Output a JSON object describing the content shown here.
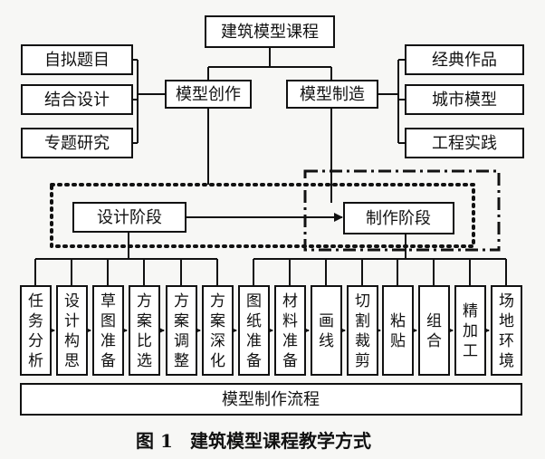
{
  "diagram": {
    "root": "建筑模型课程",
    "modeling_creation": "模型创作",
    "model_making": "模型制造",
    "left_items": [
      "自拟题目",
      "结合设计",
      "专题研究"
    ],
    "right_items": [
      "经典作品",
      "城市模型",
      "工程实践"
    ],
    "design_stage": "设计阶段",
    "making_stage": "制作阶段",
    "design_steps": [
      "任务分析",
      "设计构思",
      "草图准备",
      "方案比选",
      "方案调整",
      "方案深化"
    ],
    "making_steps": [
      "图纸准备",
      "材料准备",
      "画线",
      "切割裁剪",
      "粘贴",
      "组合",
      "精加工",
      "场地环境"
    ],
    "process_bar": "模型制作流程",
    "figure_number": "图 1",
    "caption": "建筑模型课程教学方式"
  }
}
